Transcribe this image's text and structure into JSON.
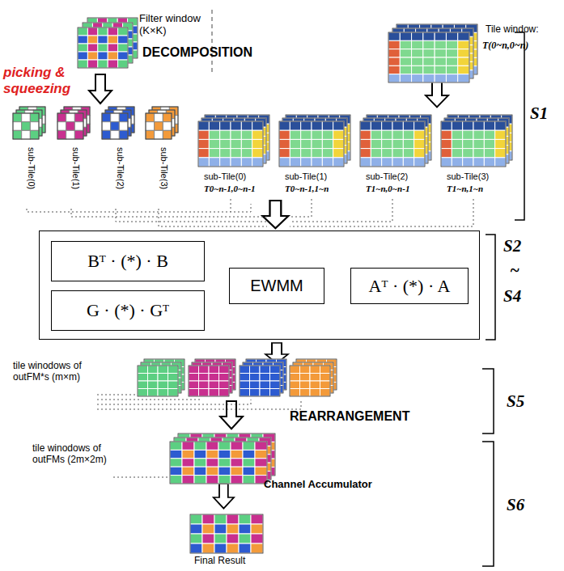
{
  "diagram": {
    "nodes": [
      {
        "text": []
      },
      {
        "text": [
          "Bᵀ · (*) · B"
        ],
        "in": 0
      },
      {
        "text": [
          "G · (*) · Gᵀ"
        ],
        "in": 0
      },
      {
        "text": [
          "EWMM"
        ],
        "in": 0
      },
      {
        "text": [
          "Aᵀ · (*) · A"
        ],
        "in": 0
      }
    ],
    "edges": [
      {
        "from": 1,
        "to": 3,
        "arrow": "to"
      },
      {
        "from": 2,
        "to": 3,
        "arrow": "to"
      },
      {
        "from": 3,
        "to": 4,
        "arrow": "to"
      }
    ],
    "labels": [
      "Filter window (K×K)",
      "DECOMPOSITION",
      "Tile window:",
      "T(0~n,0~n)",
      "S1",
      "picking & squeezing",
      "sub-Tile(0)",
      "sub-Tile(1)",
      "sub-Tile(2)",
      "sub-Tile(3)",
      "sub-Tile(0)",
      "T0~n-1,0~n-1",
      "sub-Tile(1)",
      "T0~n-1,1~n",
      "sub-Tile(2)",
      "T1~n,0~n-1",
      "sub-Tile(3)",
      "T1~n,1~n",
      "S2",
      "~",
      "S4",
      "tile winodows of outFM*s (m×m)",
      "REARRANGEMENT",
      "S5",
      "tile winodows of outFMs (2m×2m)",
      "Channel Accumulator",
      "S6",
      "Final Result"
    ]
  }
}
